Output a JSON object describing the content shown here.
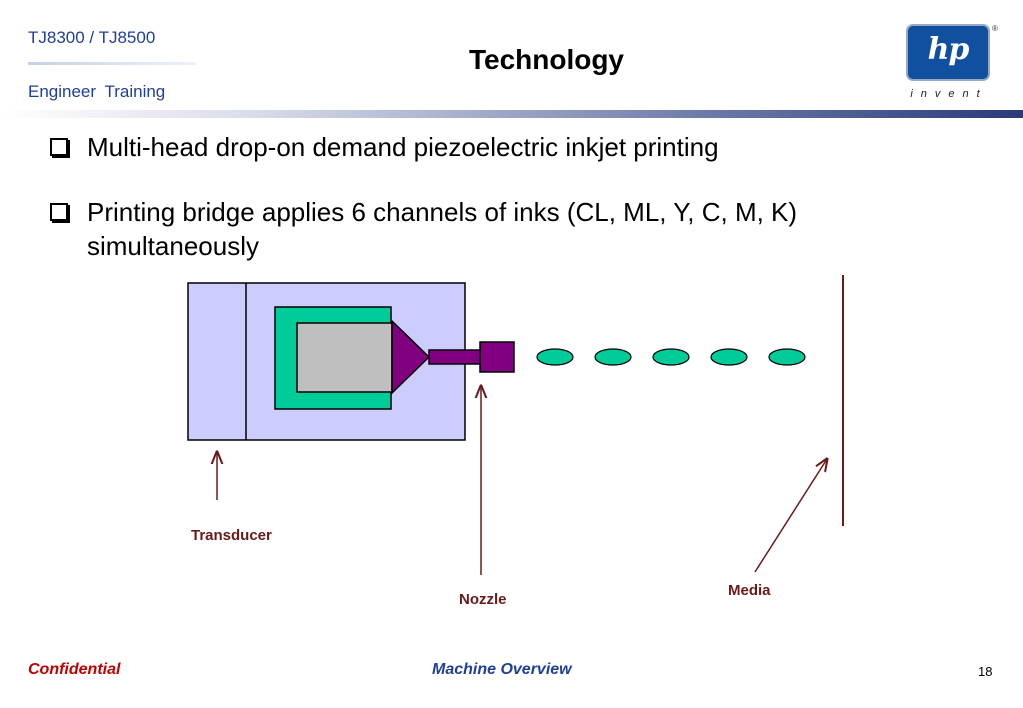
{
  "header": {
    "model": "TJ8300 / TJ8500",
    "course": "Engineer Training"
  },
  "title": "Technology",
  "logo": {
    "letters": "hp",
    "registered": "®",
    "tagline": "invent"
  },
  "bullets": [
    "Multi-head drop-on demand piezoelectric inkjet printing",
    "Printing bridge applies 6 channels of inks (CL, ML, Y, C, M, K) simultaneously"
  ],
  "diagram": {
    "labels": {
      "transducer": "Transducer",
      "nozzle": "Nozzle",
      "media": "Media"
    },
    "ink_drop_count": 5,
    "colors": {
      "transducer_body": "#ccccff",
      "chamber_outer": "#00cc99",
      "chamber_inner": "#bfbfbf",
      "nozzle": "#800080",
      "ink_drop": "#00cc99",
      "arrow": "#6a1a1a",
      "label": "#6a1a1a"
    }
  },
  "footer": {
    "confidential": "Confidential",
    "section": "Machine Overview",
    "page": "18"
  }
}
